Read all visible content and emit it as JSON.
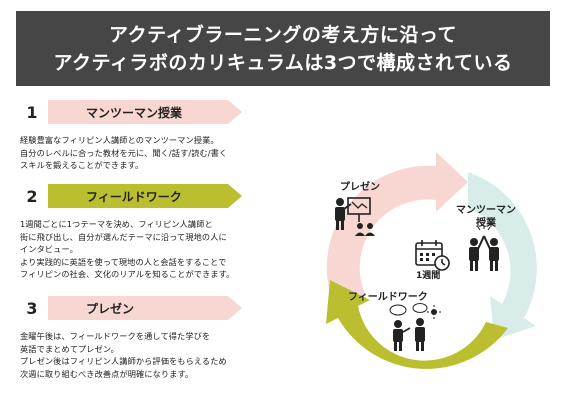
{
  "header": {
    "line1": "アクティブラーニングの考え方に沿って",
    "line2": "アクティラボのカリキュラムは3つで構成されている"
  },
  "sections": [
    {
      "number": "1",
      "title": "マンツーマン授業",
      "lines": [
        "経験豊富なフィリピン人講師とのマンツーマン授業。",
        "自分のレベルに合った教材を元に、聞く/話す/読む/書く",
        "スキルを鍛えることができます。"
      ]
    },
    {
      "number": "2",
      "title": "フィールドワーク",
      "lines": [
        "1週間ごとに1つテーマを決め、フィリピン人講師と",
        "街に飛び出し、自分が選んだテーマに沿って現地の人に",
        "インタビュー。",
        "より実践的に英語を使って現地の人と会話をすることで",
        "フィリピンの社会、文化のリアルを知ることができます。"
      ]
    },
    {
      "number": "3",
      "title": "プレゼン",
      "lines": [
        "金曜午後は、フィールドワークを通して得た学びを",
        "英語でまとめてプレゼン。",
        "プレゼン後はフィリピン人講師から評価をもらえるため",
        "次週に取り組むべき改善点が明確になります。"
      ]
    }
  ],
  "cycle": {
    "presen_label": "プレゼン",
    "mantoman_line1": "マンツーマン",
    "mantoman_line2": "授業",
    "field_label": "フィールドワーク",
    "center_label": "1週間",
    "colors": {
      "pink": "#f8d7d3",
      "teal": "#d8ece9",
      "olive": "#bbbf2f",
      "dark": "#222222"
    }
  }
}
